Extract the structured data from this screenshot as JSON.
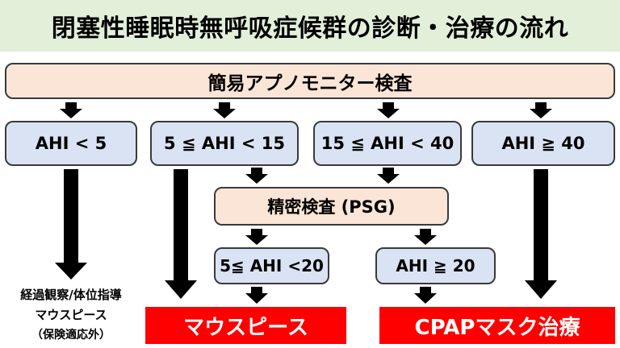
{
  "title": "閉塞性睡眠時無呼吸症候群の診断・治療の流れ",
  "nodes": {
    "screening": "簡易アプノモニター検査",
    "ahi_lt5": "AHI < 5",
    "ahi_5_15": "5 ≦ AHI < 15",
    "ahi_15_40": "15 ≦ AHI < 40",
    "ahi_ge40": "AHI ≧ 40",
    "psg": "精密検査 (PSG)",
    "ahi_5_20": "5≦ AHI <20",
    "ahi_ge20": "AHI ≧ 20"
  },
  "outcomes": {
    "observation_line1": "経過観察/体位指導",
    "observation_line2": "マウスピース",
    "observation_line3": "（保険適応外）",
    "mouthpiece": "マウスピース",
    "cpap": "CPAPマスク治療"
  },
  "colors": {
    "title_bg": "#e2efd9",
    "peach_box": "#fbe5d6",
    "blue_box": "#dae3f3",
    "result_red": "#ff0000",
    "arrow": "#000000"
  }
}
